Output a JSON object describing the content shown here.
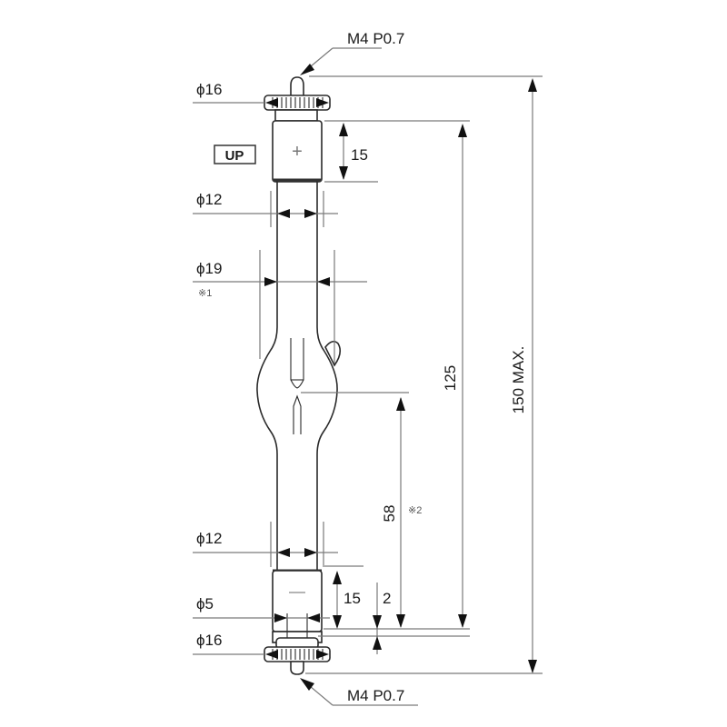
{
  "drawing": {
    "subject": "Double-ended short-arc lamp dimensional drawing",
    "orientation_label": "UP",
    "units": "mm",
    "top_thread": "M4 P0.7",
    "bottom_thread": "M4 P0.7",
    "dimensions": {
      "top_knob_diameter": "ϕ16",
      "upper_sleeve_length": "15",
      "upper_neck_diameter": "ϕ12",
      "bulb_diameter": "ϕ19",
      "bulb_note": "※1",
      "lower_neck_diameter": "ϕ12",
      "lower_sleeve_length": "15",
      "lower_pin_diameter": "ϕ5",
      "bottom_knob_diameter": "ϕ16",
      "gap": "2",
      "arc_to_base": "58",
      "arc_note": "※2",
      "sleeve_to_sleeve": "125",
      "overall_length": "150 MAX."
    },
    "polarity": {
      "anode_symbol": "+",
      "cathode_symbol": "—"
    }
  }
}
